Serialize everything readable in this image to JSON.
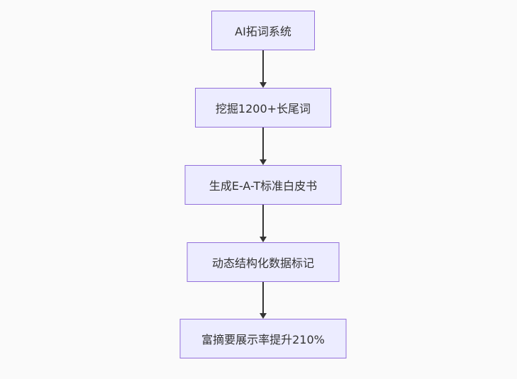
{
  "flowchart": {
    "type": "flowchart-top-down",
    "nodes": [
      {
        "id": "node-1",
        "label": "AI拓词系统"
      },
      {
        "id": "node-2",
        "label": "挖掘1200+长尾词"
      },
      {
        "id": "node-3",
        "label": "生成E-A-T标准白皮书"
      },
      {
        "id": "node-4",
        "label": "动态结构化数据标记"
      },
      {
        "id": "node-5",
        "label": "富摘要展示率提升210%"
      }
    ],
    "edges": [
      {
        "from": "node-1",
        "to": "node-2"
      },
      {
        "from": "node-2",
        "to": "node-3"
      },
      {
        "from": "node-3",
        "to": "node-4"
      },
      {
        "from": "node-4",
        "to": "node-5"
      }
    ],
    "colors": {
      "node_fill": "#ECECFF",
      "node_border": "#9370DB",
      "arrow": "#333333",
      "text": "#333333",
      "background": "#fafafa"
    }
  }
}
